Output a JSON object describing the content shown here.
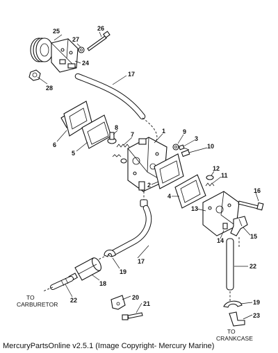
{
  "footer": {
    "caption": "MercuryPartsOnline v2.5.1 (Image Copyright- Mercury Marine)"
  },
  "notes": {
    "carb_to": "TO",
    "carb_name": "CARBURETOR",
    "crank_to": "TO",
    "crank_name": "CRANKCASE"
  },
  "callouts": {
    "c1": "1",
    "c2": "2",
    "c3": "3",
    "c4": "4",
    "c5": "5",
    "c6": "6",
    "c7": "7",
    "c8": "8",
    "c9": "9",
    "c10": "10",
    "c11": "11",
    "c12": "12",
    "c13": "13",
    "c14": "14",
    "c15": "15",
    "c16": "16",
    "c17a": "17",
    "c17b": "17",
    "c18": "18",
    "c19a": "19",
    "c19b": "19",
    "c20": "20",
    "c21": "21",
    "c22a": "22",
    "c22b": "22",
    "c23": "23",
    "c24": "24",
    "c25": "25",
    "c26": "26",
    "c27": "27",
    "c28": "28"
  }
}
